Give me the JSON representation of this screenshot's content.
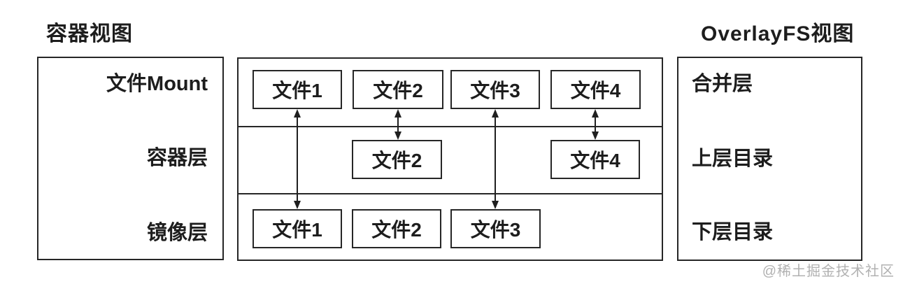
{
  "titles": {
    "left": "容器视图",
    "right": "OverlayFS视图"
  },
  "left_panel": {
    "rows": [
      {
        "label": "文件Mount"
      },
      {
        "label": "容器层"
      },
      {
        "label": "镜像层"
      }
    ]
  },
  "file_grid": {
    "rows": [
      {
        "name": "merged-row",
        "files": [
          {
            "label": "文件1"
          },
          {
            "label": "文件2"
          },
          {
            "label": "文件3"
          },
          {
            "label": "文件4"
          }
        ]
      },
      {
        "name": "upper-row",
        "files": [
          {
            "label": "文件2"
          },
          {
            "label": "文件4"
          }
        ]
      },
      {
        "name": "lower-row",
        "files": [
          {
            "label": "文件1"
          },
          {
            "label": "文件2"
          },
          {
            "label": "文件3"
          }
        ]
      }
    ]
  },
  "right_panel": {
    "rows": [
      {
        "label": "合并层"
      },
      {
        "label": "上层目录"
      },
      {
        "label": "下层目录"
      }
    ]
  },
  "connections": [
    {
      "from": "merged-row/文件1",
      "to": "lower-row/文件1",
      "bidirectional": true
    },
    {
      "from": "merged-row/文件2",
      "to": "upper-row/文件2",
      "bidirectional": true
    },
    {
      "from": "merged-row/文件3",
      "to": "lower-row/文件3",
      "bidirectional": true
    },
    {
      "from": "merged-row/文件4",
      "to": "upper-row/文件4",
      "bidirectional": true
    }
  ],
  "watermark": {
    "text": "@稀土掘金技术社区"
  },
  "colors": {
    "line": "#262626",
    "text": "#1d1d1d",
    "watermark": "#b1b1b1",
    "background": "#ffffff"
  }
}
